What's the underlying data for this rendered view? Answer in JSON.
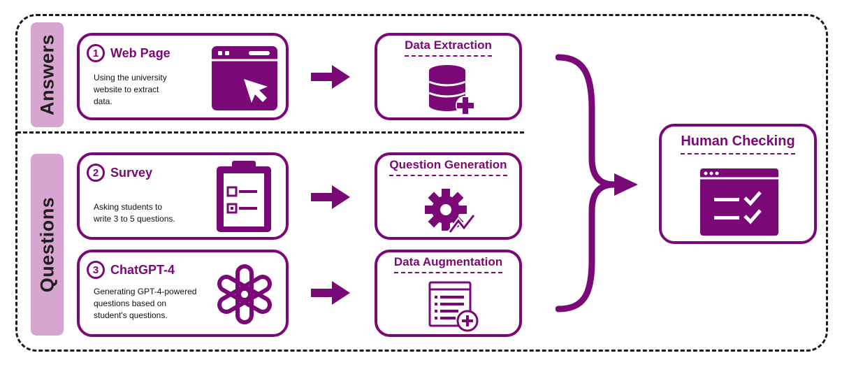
{
  "sections": {
    "answers_label": "Answers",
    "questions_label": "Questions"
  },
  "sources": [
    {
      "number": "1",
      "title": "Web Page",
      "description_lines": [
        "Using the university",
        "website to extract",
        "data."
      ],
      "icon": "web-page-cursor-icon"
    },
    {
      "number": "2",
      "title": "Survey",
      "description_lines": [
        "Asking students to",
        "write 3 to 5 questions."
      ],
      "icon": "clipboard-checklist-icon"
    },
    {
      "number": "3",
      "title": "ChatGPT-4",
      "description_lines": [
        "Generating GPT-4-powered",
        "questions based on",
        "student's questions."
      ],
      "icon": "openai-logo-icon"
    }
  ],
  "stages": [
    {
      "title": "Data Extraction",
      "icon": "database-plus-icon"
    },
    {
      "title": "Question Generation",
      "icon": "gear-chart-icon"
    },
    {
      "title": "Data Augmentation",
      "icon": "document-plus-icon"
    }
  ],
  "final": {
    "title": "Human Checking",
    "icon": "window-checklist-icon"
  },
  "colors": {
    "accent": "#7a0877",
    "side_label_bg": "#d6a6d0",
    "border": "#1b1b1b"
  }
}
